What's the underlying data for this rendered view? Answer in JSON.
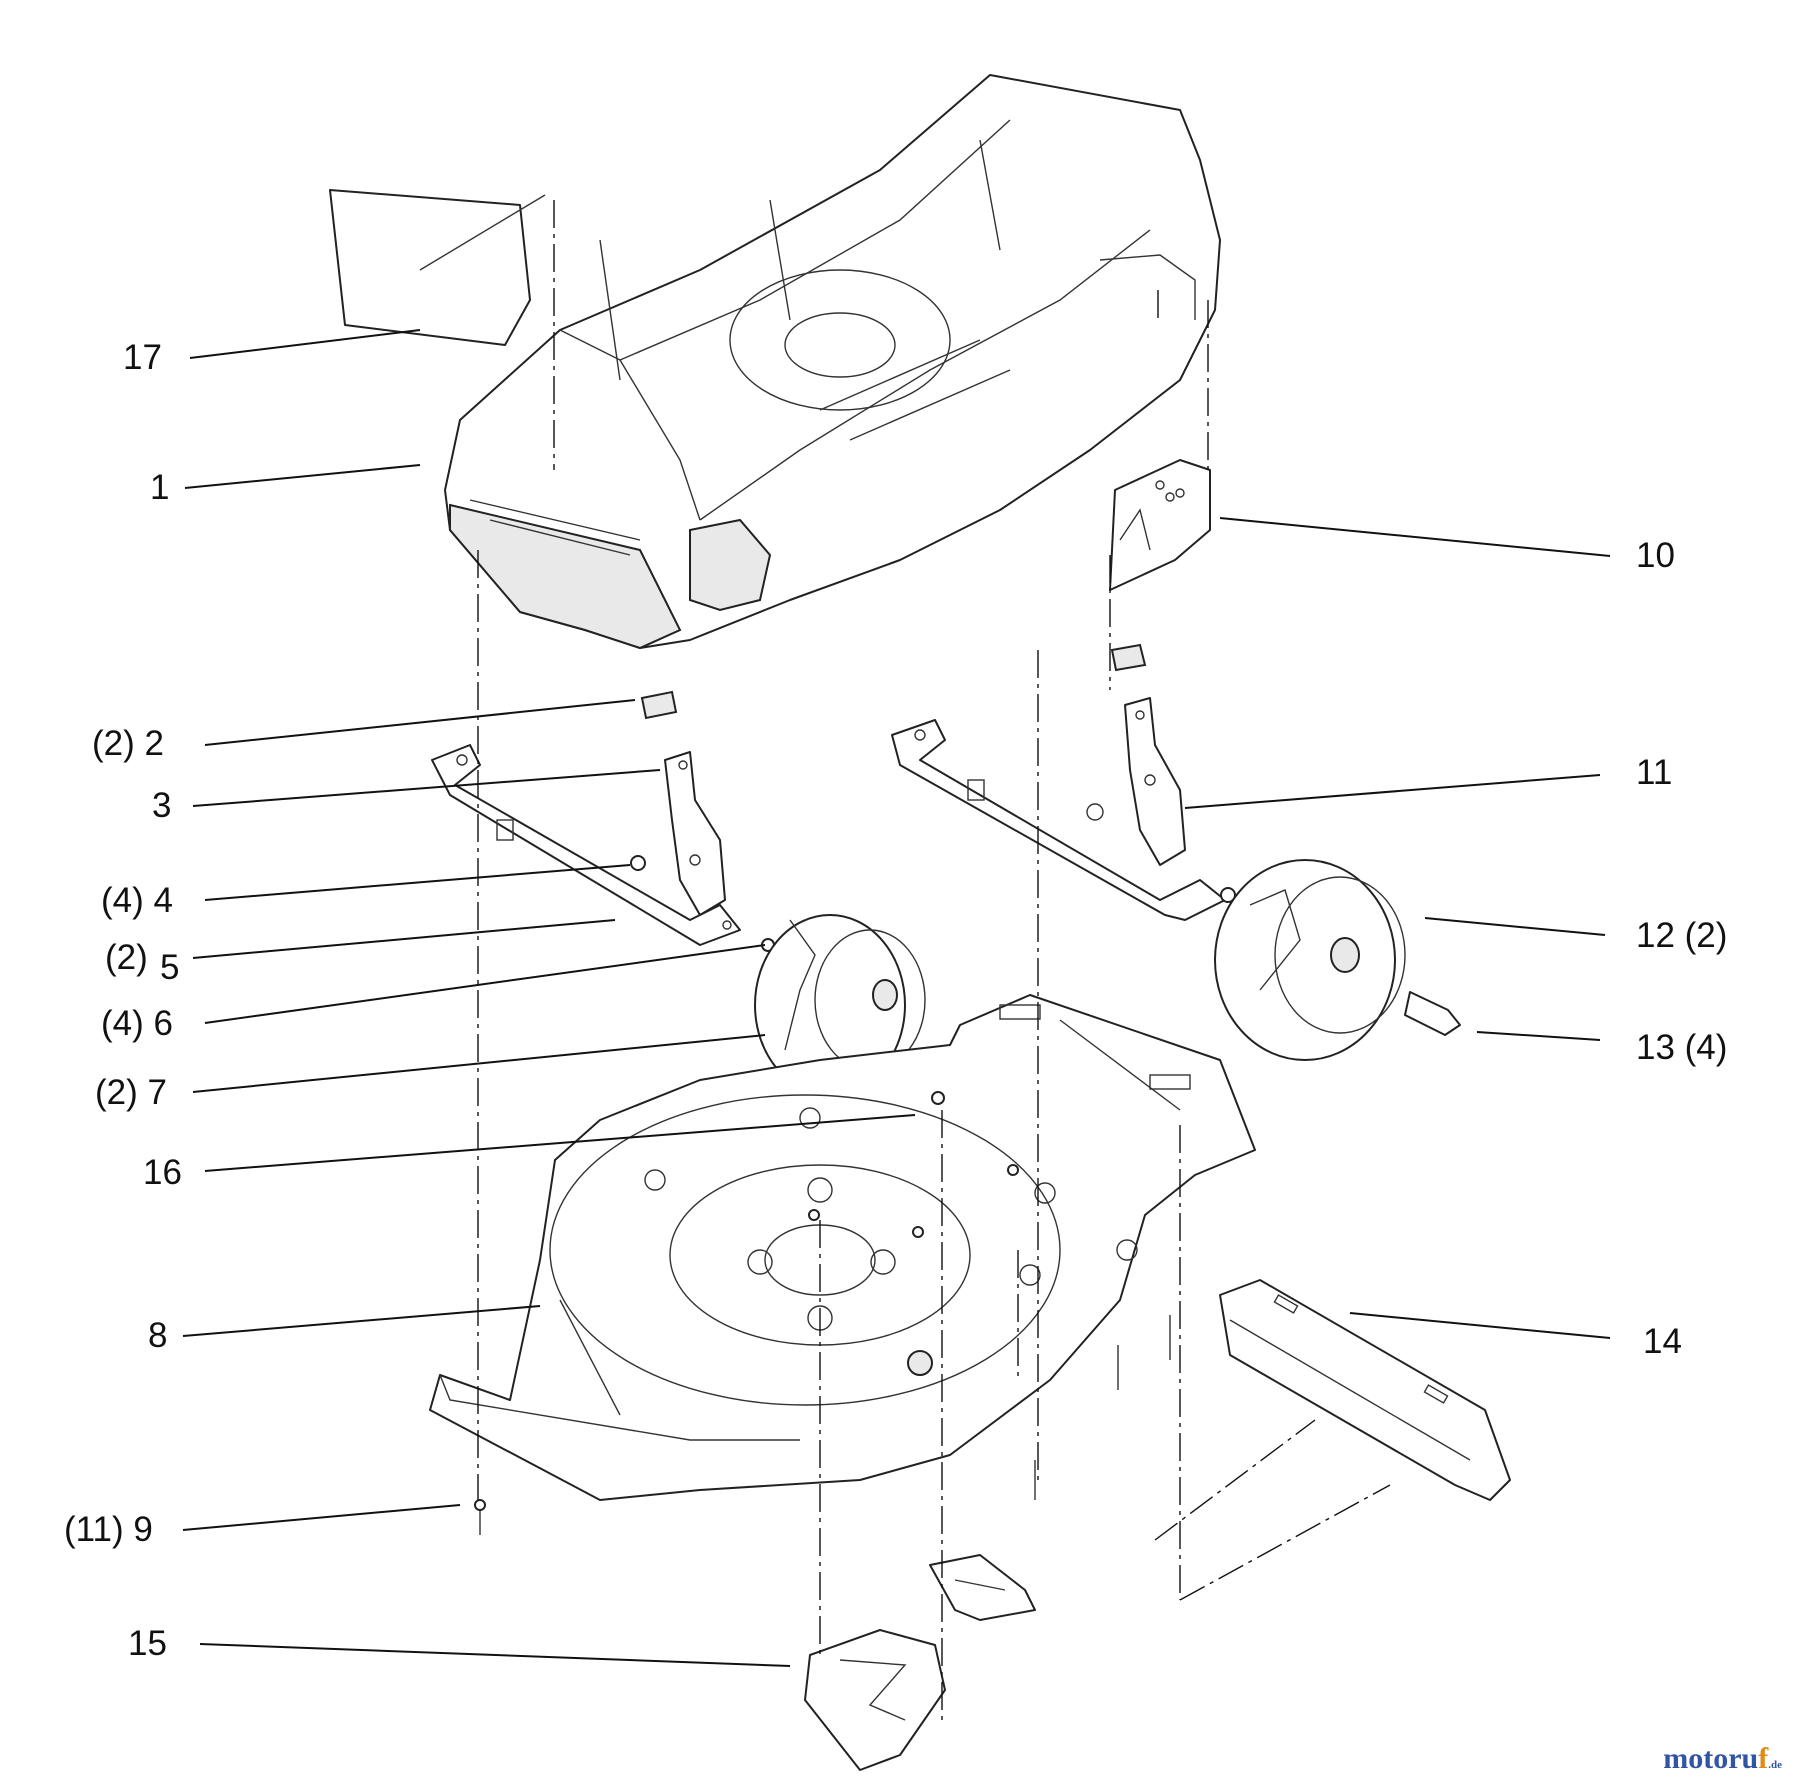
{
  "callouts": {
    "c17": "17",
    "c1": "1",
    "c10": "10",
    "c2": "(2) 2",
    "c3": "3",
    "c11": "11",
    "c4": "(4) 4",
    "c5a": "(2)",
    "c5b": "5",
    "c12": "12 (2)",
    "c6": "(4) 6",
    "c13": "13 (4)",
    "c7": "(2) 7",
    "c16": "16",
    "c8": "8",
    "c14": "14",
    "c9": "(11) 9",
    "c15": "15"
  },
  "watermark": {
    "part1": "motoru",
    "part2": "f",
    "part3": ".de"
  }
}
